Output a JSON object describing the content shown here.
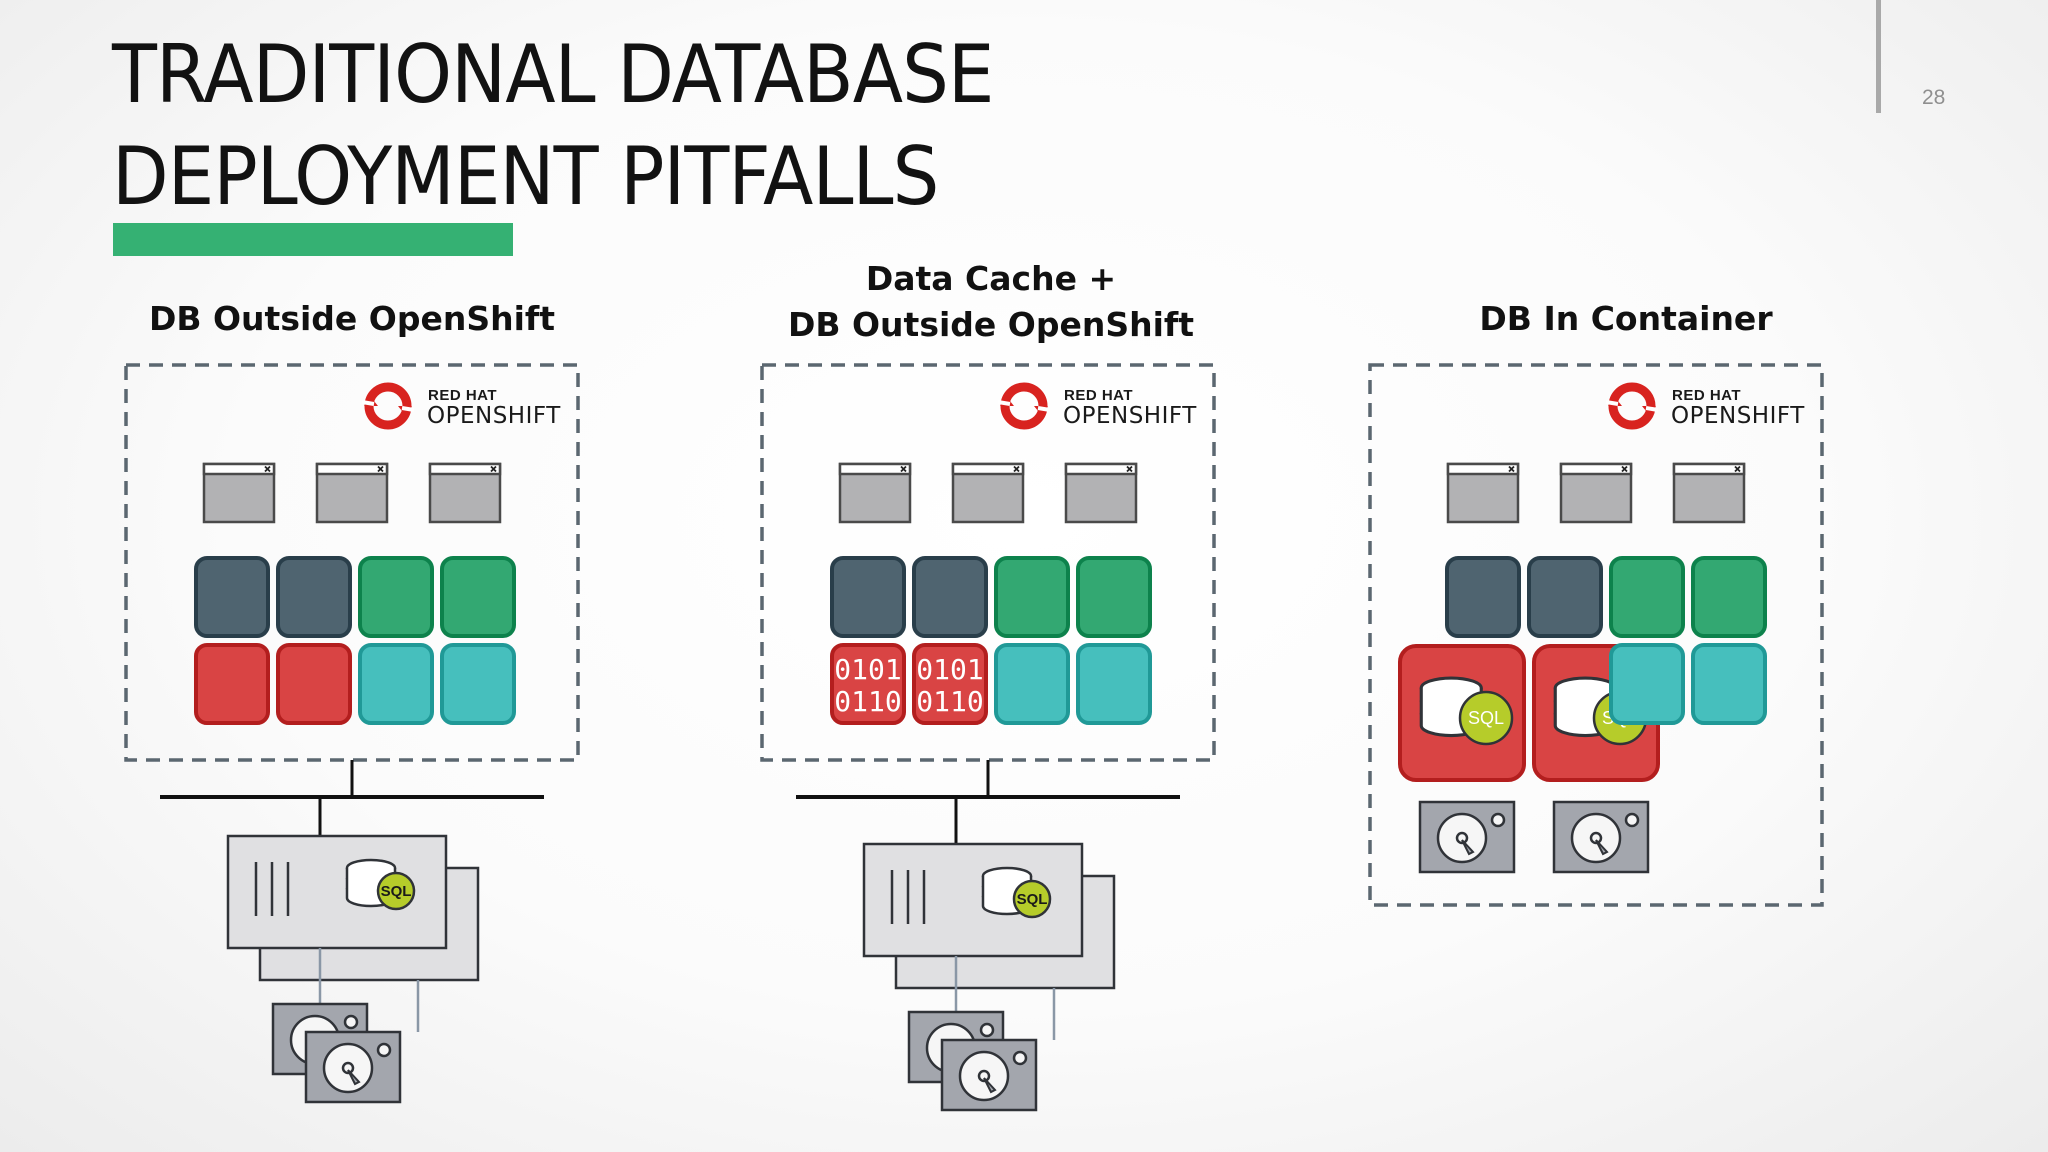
{
  "slide": {
    "title_line1": "TRADITIONAL DATABASE",
    "title_line2": "DEPLOYMENT PITFALLS",
    "page_number": "28",
    "accent_color": "#35b173"
  },
  "panels": [
    {
      "heading": "DB Outside OpenShift",
      "logo": {
        "line1": "RED HAT",
        "line2": "OPENSHIFT"
      },
      "windows": 3,
      "tiles": [
        "slate",
        "slate",
        "green",
        "green",
        "red",
        "red",
        "teal",
        "teal"
      ],
      "external_db": true,
      "db_label": "SQL"
    },
    {
      "heading_line1": "Data Cache +",
      "heading_line2": "DB Outside OpenShift",
      "logo": {
        "line1": "RED HAT",
        "line2": "OPENSHIFT"
      },
      "windows": 3,
      "tiles": [
        "slate",
        "slate",
        "green",
        "green",
        "binary",
        "binary",
        "teal",
        "teal"
      ],
      "binary_text": {
        "line1": "0101",
        "line2": "0110"
      },
      "external_db": true,
      "db_label": "SQL"
    },
    {
      "heading": "DB In Container",
      "logo": {
        "line1": "RED HAT",
        "line2": "OPENSHIFT"
      },
      "windows": 3,
      "tiles": [
        "slate",
        "slate",
        "green",
        "green",
        "sql-db",
        "sql-db",
        "teal",
        "teal"
      ],
      "external_db": false,
      "db_label": "SQL"
    }
  ],
  "colors": {
    "slate": "#4f6470",
    "green": "#33a872",
    "red": "#d94444",
    "teal": "#46bfbd",
    "sql_badge": "#b6cc2a",
    "window_gray": "#b2b2b4",
    "dash_border": "#5b6770",
    "server_gray": "#e0e0e2"
  }
}
